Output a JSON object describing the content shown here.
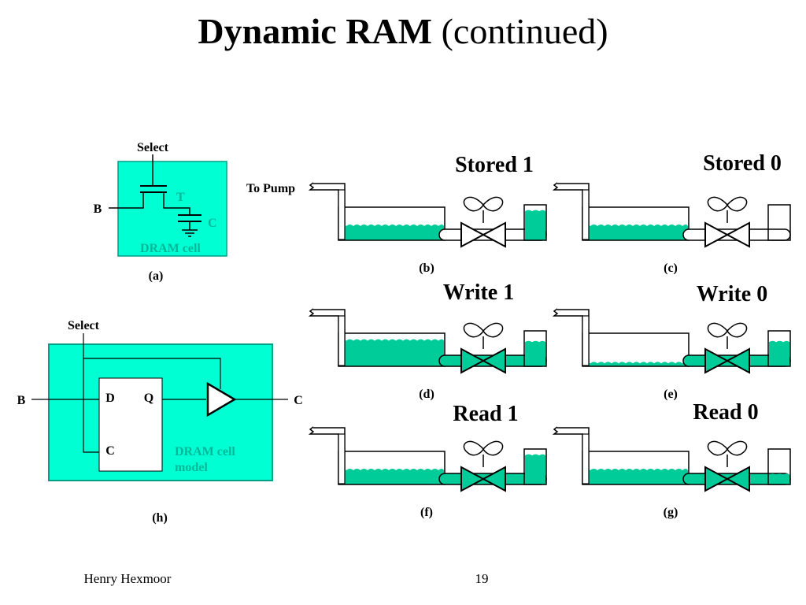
{
  "slide": {
    "title_main": "Dynamic RAM",
    "title_sub": "(continued)",
    "footer_author": "Henry Hexmoor",
    "page_number": "19"
  },
  "colors": {
    "cell_fill": "#00ffd2",
    "water": "#00cc99",
    "teal_text": "#00b89a"
  },
  "cell_a": {
    "select": "Select",
    "b": "B",
    "t": "T",
    "c": "C",
    "caption": "DRAM cell",
    "panel": "(a)"
  },
  "cell_h": {
    "select": "Select",
    "b": "B",
    "d": "D",
    "q": "Q",
    "c_in": "C",
    "c_out": "C",
    "caption_line1": "DRAM cell",
    "caption_line2": "model",
    "panel": "(h)"
  },
  "pump_label": "To Pump",
  "tanks": [
    {
      "title": "Stored 1",
      "panel": "(b)",
      "main_level": 0.5,
      "right_level": 0.9,
      "valve": "closed"
    },
    {
      "title": "Stored 0",
      "panel": "(c)",
      "main_level": 0.5,
      "right_level": 0.0,
      "valve": "closed"
    },
    {
      "title": "Write 1",
      "panel": "(d)",
      "main_level": 0.9,
      "right_level": 0.75,
      "valve": "open"
    },
    {
      "title": "Write 0",
      "panel": "(e)",
      "main_level": 0.1,
      "right_level": 0.75,
      "valve": "open"
    },
    {
      "title": "Read 1",
      "panel": "(f)",
      "main_level": 0.5,
      "right_level": 0.9,
      "valve": "open"
    },
    {
      "title": "Read 0",
      "panel": "(g)",
      "main_level": 0.5,
      "right_level": 0.3,
      "valve": "open"
    }
  ]
}
